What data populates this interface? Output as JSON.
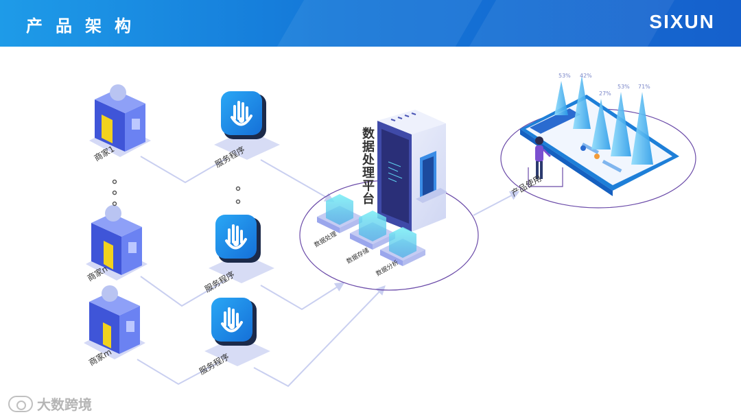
{
  "header": {
    "title": "产品架构",
    "logo": "SIXUN",
    "colors": {
      "bar_start": "#1e9be8",
      "bar_end": "#1560cc"
    }
  },
  "merchants": [
    {
      "label": "商家1"
    },
    {
      "label": "商家n"
    },
    {
      "label": "商家m"
    }
  ],
  "services": [
    {
      "label": "服务程序"
    },
    {
      "label": "服务程序"
    },
    {
      "label": "服务程序"
    }
  ],
  "platform": {
    "title": "数据处理平台",
    "modules": [
      {
        "label": "数据处理"
      },
      {
        "label": "数据存储"
      },
      {
        "label": "数据分析"
      }
    ]
  },
  "usage": {
    "label": "产品使用",
    "percentages": [
      "53%",
      "42%",
      "27%",
      "53%",
      "71%"
    ]
  },
  "watermark": {
    "text": "大数跨境"
  },
  "colors": {
    "building_blue": "#4a63e8",
    "building_door": "#f2d21d",
    "icon_blue": "#1e8fe8",
    "connector": "#c9cff0",
    "ellipse_stroke": "#6a4aa8"
  }
}
